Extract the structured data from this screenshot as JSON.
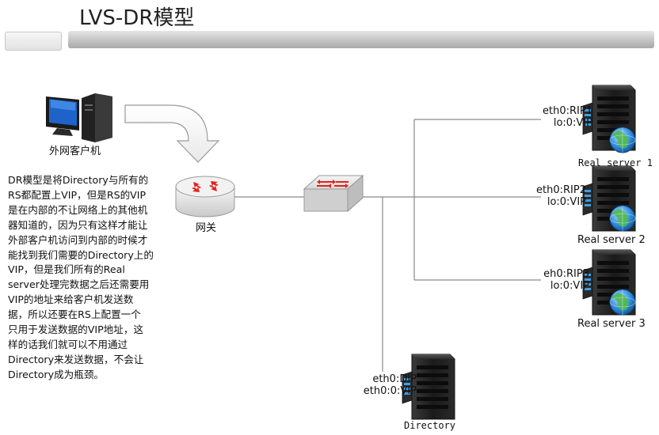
{
  "header": {
    "title": "LVS-DR模型"
  },
  "nodes": {
    "client_label": "外网客户机",
    "gateway_label": "网关",
    "directory_label": "Directory",
    "directory_ip": [
      "eth0:DIP",
      "eth0:0:VIP"
    ],
    "servers": [
      {
        "label": "Real server 1",
        "ip": [
          "eth0:RIP1",
          "lo:0:VIP"
        ]
      },
      {
        "label": "Real server 2",
        "ip": [
          "eth0:RIP2",
          "lo:0:VIP"
        ]
      },
      {
        "label": "Real server 3",
        "ip": [
          "eh0:RIP3",
          "lo:0:VIP"
        ]
      }
    ]
  },
  "description": {
    "lines": [
      "DR模型是将Directory与所有的",
      "RS都配置上VIP，但是RS的VIP",
      "是在内部的不让网络上的其他机",
      "器知道的，因为只有这样才能让",
      "外部客户机访问到内部的时候才",
      "能找到我们需要的Directory上的",
      "VIP，但是我们所有的Real",
      "server处理完数据之后还需要用",
      "VIP的地址来给客户机发送数",
      "据，所以还要在RS上配置一个",
      "只用于发送数据的VIP地址，这",
      "样的话我们就可以不用通过",
      "Directory来发送数据，不会让",
      "Directory成为瓶颈。"
    ]
  },
  "colors": {
    "router_arrow": "#e0231c",
    "server_body": "#1d1d1d",
    "server_led": "#3aa0e8",
    "line": "#8a8a8a"
  },
  "icons": {
    "client": "desktop-computer-icon",
    "gateway": "router-icon",
    "switch": "switch-icon",
    "server": "server-tower-icon",
    "globe": "globe-icon",
    "flow": "curved-arrow-icon"
  }
}
